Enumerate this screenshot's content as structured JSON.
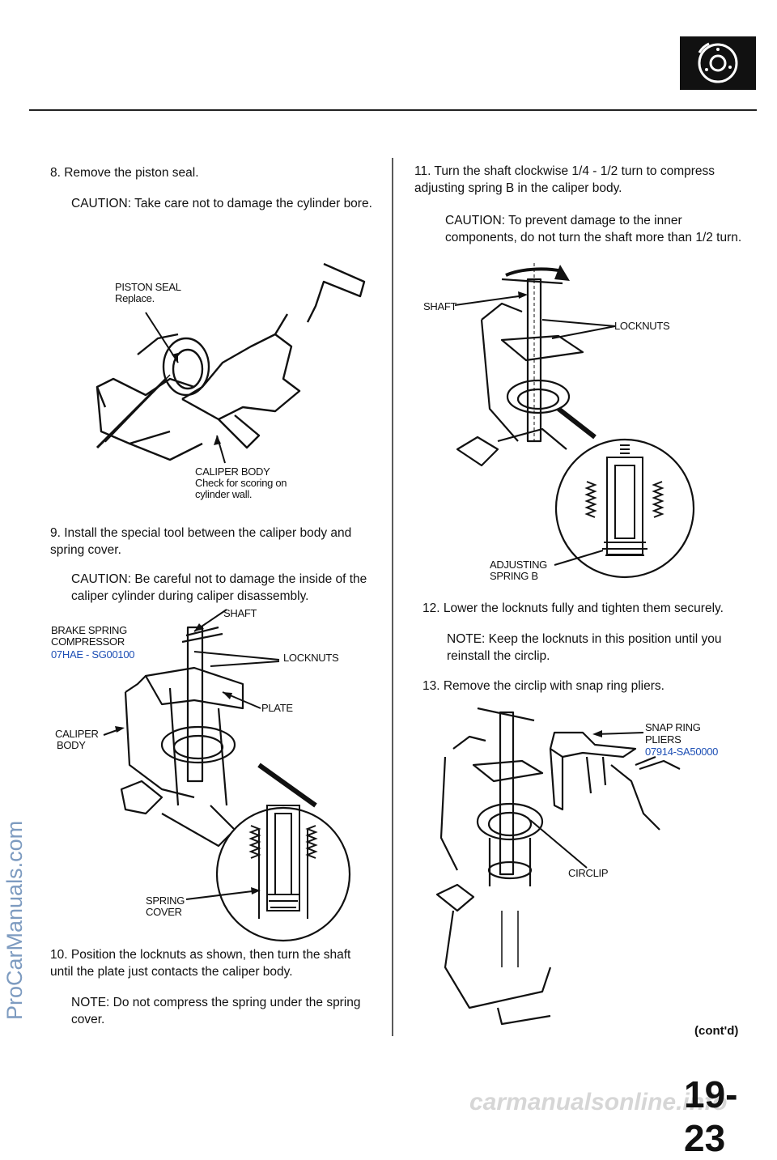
{
  "watermark_side": "ProCarManuals.com",
  "watermark_footer": "carmanualsonline.info",
  "page_number": "19-23",
  "contd": "(cont'd)",
  "icon": "brake-disc-icon",
  "left": {
    "step8": "8. Remove the piston seal.",
    "step8_caution": "CAUTION: Take care not to damage the cylinder bore.",
    "fig1": {
      "piston_seal": "PISTON SEAL",
      "replace": "Replace.",
      "caliper_body": "CALIPER BODY",
      "check": "Check for scoring on",
      "cyl_wall": "cylinder wall."
    },
    "step9": "9. Install the special tool between the caliper body and spring cover.",
    "step9_caution": "CAUTION: Be careful not to damage the inside of the caliper cylinder during caliper disassembly.",
    "fig2": {
      "shaft": "SHAFT",
      "brake_spring": "BRAKE SPRING",
      "compressor": "COMPRESSOR",
      "part_no": "07HAE - SG00100",
      "locknuts": "LOCKNUTS",
      "plate": "PLATE",
      "caliper": "CALIPER",
      "body": "BODY",
      "spring": "SPRING",
      "cover": "COVER"
    },
    "step10": "10. Position the locknuts as shown, then turn the shaft until the plate just contacts the caliper body.",
    "step10_note": "NOTE: Do not compress the spring under the spring cover."
  },
  "right": {
    "step11": "11. Turn the shaft clockwise 1/4 - 1/2 turn to compress adjusting spring B in the caliper body.",
    "step11_caution": "CAUTION: To prevent damage to the inner components, do not turn the shaft more than 1/2 turn.",
    "fig3": {
      "shaft": "SHAFT",
      "locknuts": "LOCKNUTS",
      "adjusting": "ADJUSTING",
      "spring_b": "SPRING B"
    },
    "step12": "12. Lower the locknuts fully and tighten them securely.",
    "step12_note": "NOTE: Keep the locknuts in this position until you reinstall the circlip.",
    "step13": "13. Remove the circlip with snap ring pliers.",
    "fig4": {
      "snap_ring": "SNAP RING",
      "pliers": "PLIERS",
      "part_no": "07914-SA50000",
      "circlip": "CIRCLIP"
    }
  }
}
